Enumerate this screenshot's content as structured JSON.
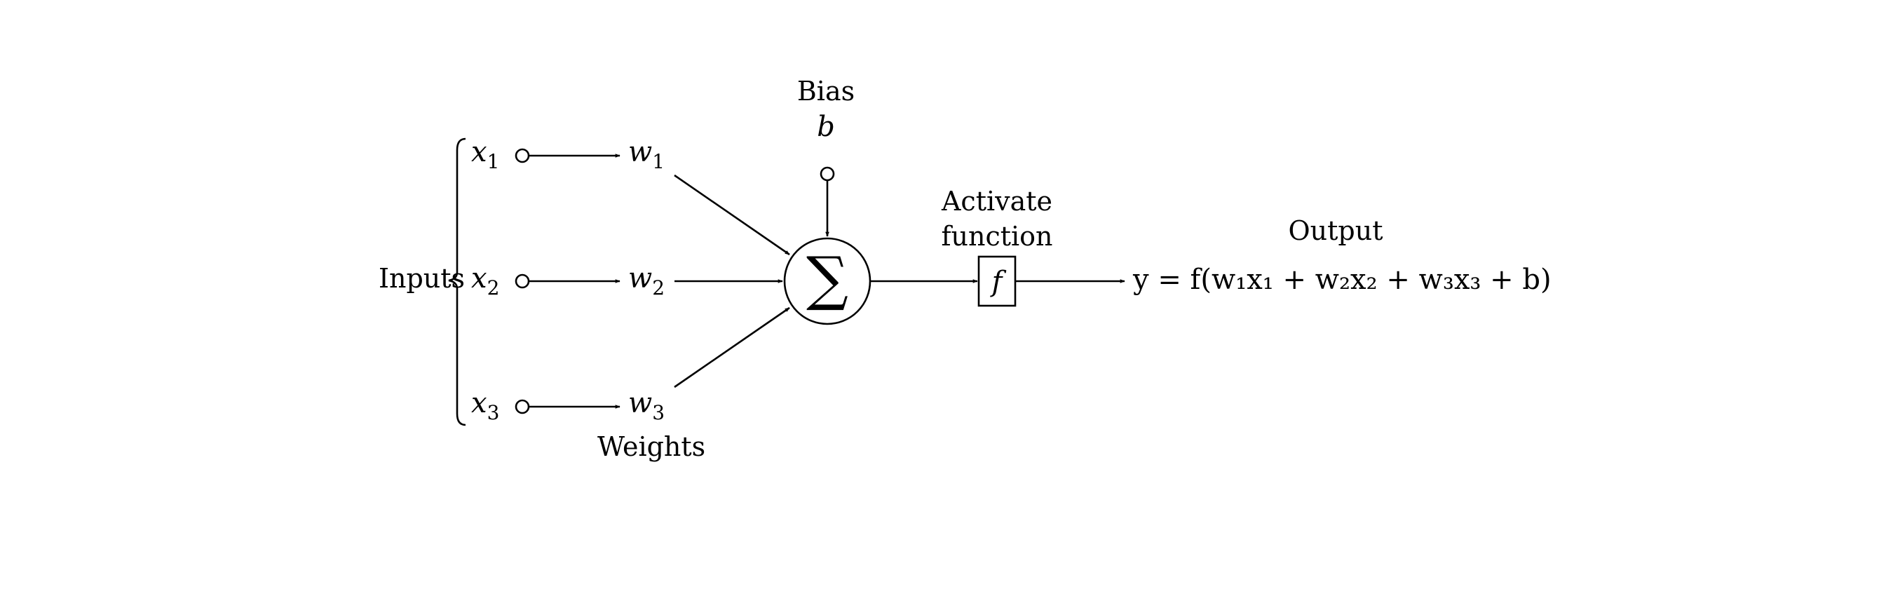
{
  "labels": {
    "inputs": "Inputs",
    "weights": "Weights",
    "bias_title": "Bias",
    "bias_symbol": "b",
    "activate_line1": "Activate",
    "activate_line2": "function",
    "output": "Output"
  },
  "inputs": [
    {
      "symbol": "x",
      "sub": "1"
    },
    {
      "symbol": "x",
      "sub": "2"
    },
    {
      "symbol": "x",
      "sub": "3"
    }
  ],
  "weights": [
    {
      "symbol": "w",
      "sub": "1"
    },
    {
      "symbol": "w",
      "sub": "2"
    },
    {
      "symbol": "w",
      "sub": "3"
    }
  ],
  "sum_symbol": "∑",
  "activation_symbol": "f",
  "output_equation": "y = f(w₁x₁ + w₂x₂ + w₃x₃ + b)"
}
